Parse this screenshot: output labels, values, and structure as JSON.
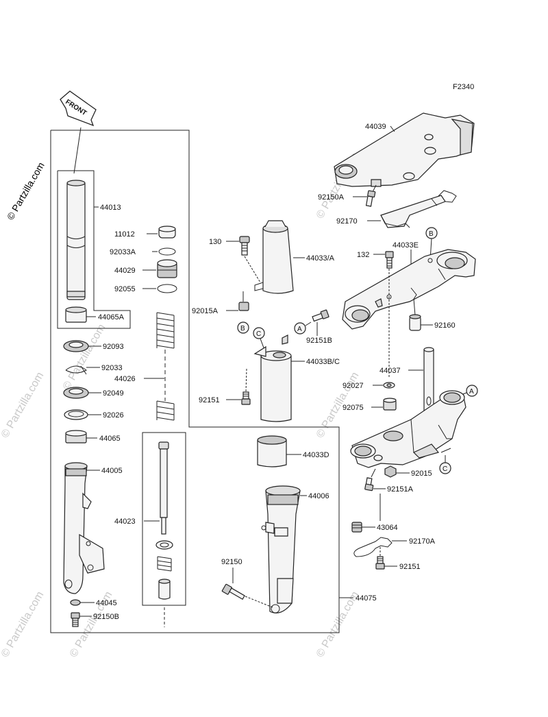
{
  "figure_code": "F2340",
  "front_label": "FRONT",
  "watermark_text": "© Partzilla.com",
  "side_watermark_text": "© Partzilla.com",
  "part_labels": {
    "p44013": "44013",
    "p11012": "11012",
    "p92033A": "92033A",
    "p44029": "44029",
    "p92055": "92055",
    "p44065A": "44065A",
    "p92093": "92093",
    "p92033": "92033",
    "p44026": "44026",
    "p92049": "92049",
    "p92026": "92026",
    "p44065": "44065",
    "p44005": "44005",
    "p44023": "44023",
    "p44045": "44045",
    "p92150B": "92150B",
    "p130": "130",
    "p44033A": "44033/A",
    "p92015A": "92015A",
    "p92151B": "92151B",
    "p44033BC": "44033B/C",
    "p92151L": "92151",
    "p44033D": "44033D",
    "p44006": "44006",
    "p92150": "92150",
    "p44075": "44075",
    "p44039": "44039",
    "p92150A": "92150A",
    "p92170": "92170",
    "p132": "132",
    "p44033E": "44033E",
    "p92160": "92160",
    "p44037": "44037",
    "p92027": "92027",
    "p92075": "92075",
    "p92015": "92015",
    "p92151A": "92151A",
    "p43064": "43064",
    "p92170A": "92170A",
    "p92151R": "92151"
  },
  "callouts": {
    "A1": "A",
    "A2": "A",
    "B1": "B",
    "B2": "B",
    "C1": "C",
    "C2": "C"
  },
  "colors": {
    "line": "#222222",
    "part_fill": "#f4f4f4",
    "shade": "#c9c9c9",
    "watermark": "#c9c9c9"
  }
}
